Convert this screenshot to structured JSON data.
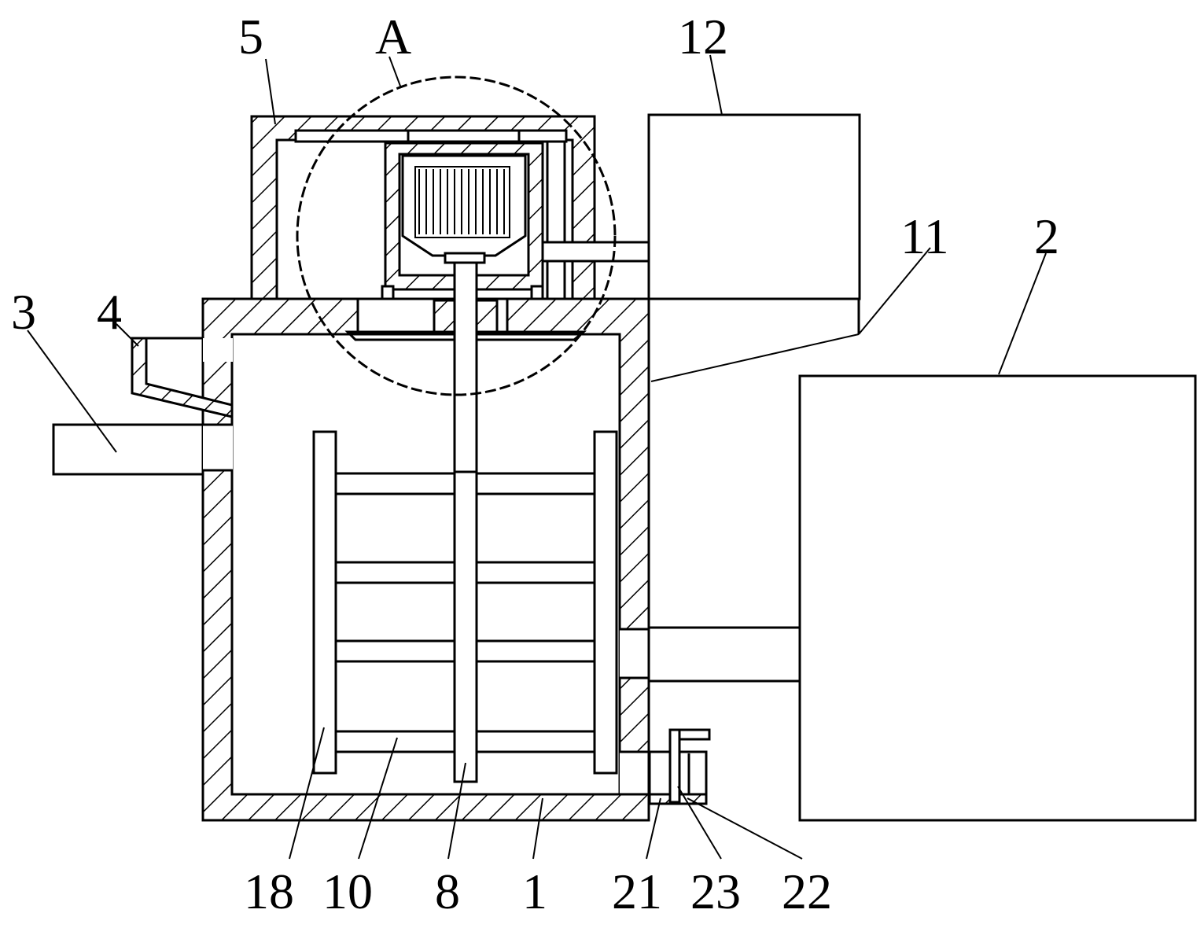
{
  "labels": {
    "l5": "5",
    "lA": "A",
    "l12": "12",
    "l11": "11",
    "l2": "2",
    "l3": "3",
    "l4": "4",
    "l18": "18",
    "l10": "10",
    "l8": "8",
    "l1": "1",
    "l21": "21",
    "l23": "23",
    "l22": "22"
  },
  "colors": {
    "line": "#000000",
    "background": "#ffffff"
  }
}
